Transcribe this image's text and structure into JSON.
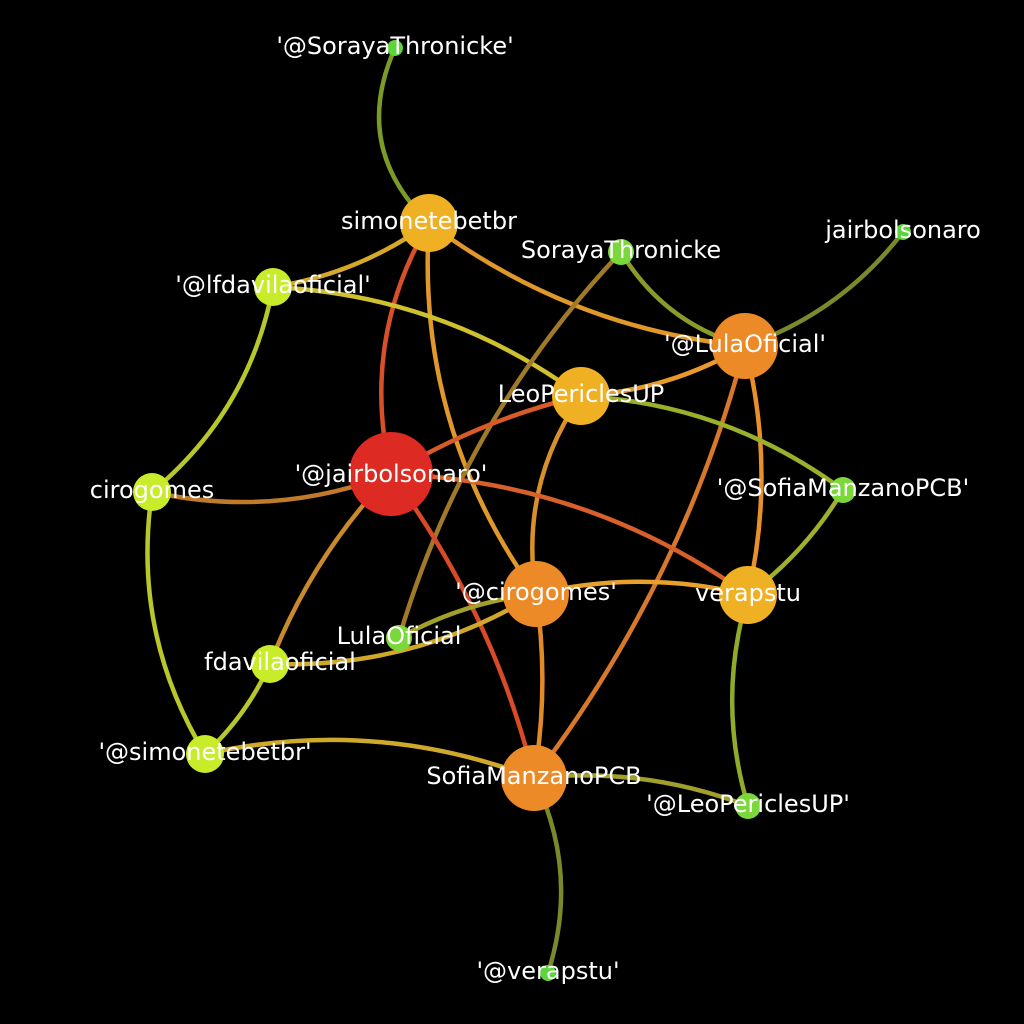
{
  "graph": {
    "nodes": [
      {
        "id": "jairbolsonaro_q",
        "label": "'@jairbolsonaro'",
        "color": "#dd2a22"
      },
      {
        "id": "simonetebetbr",
        "label": "simonetebetbr",
        "color": "#f0b024"
      },
      {
        "id": "lula_q",
        "label": "'@LulaOficial'",
        "color": "#ec8a27"
      },
      {
        "id": "leopericlesup",
        "label": "LeoPericlesUP",
        "color": "#f0b024"
      },
      {
        "id": "cirogomes_q",
        "label": "'@cirogomes'",
        "color": "#ec8a27"
      },
      {
        "id": "sofiamanzanopcb",
        "label": "SofiaManzanoPCB",
        "color": "#ec8a27"
      },
      {
        "id": "verapstu",
        "label": "verapstu",
        "color": "#f0b024"
      },
      {
        "id": "lfdavila_q",
        "label": "'@lfdavilaoficial'",
        "color": "#c8ec2a"
      },
      {
        "id": "cirogomes",
        "label": "cirogomes",
        "color": "#c8ec2a"
      },
      {
        "id": "fdavilaoficial",
        "label": "fdavilaoficial",
        "color": "#c8ec2a"
      },
      {
        "id": "simonetebetbr_q",
        "label": "'@simonetebetbr'",
        "color": "#c8ec2a"
      },
      {
        "id": "soraya_q",
        "label": "'@SorayaThronicke'",
        "color": "#5cd43c"
      },
      {
        "id": "sorayathronicke",
        "label": "SorayaThronicke",
        "color": "#7ad83a"
      },
      {
        "id": "jairbolsonaro",
        "label": "jairbolsonaro",
        "color": "#5cd43c"
      },
      {
        "id": "sofia_q",
        "label": "'@SofiaManzanoPCB'",
        "color": "#7ad83a"
      },
      {
        "id": "lulaoficial",
        "label": "LulaOficial",
        "color": "#7ad83a"
      },
      {
        "id": "leopericles_q",
        "label": "'@LeoPericlesUP'",
        "color": "#7ad83a"
      },
      {
        "id": "verapstu_q",
        "label": "'@verapstu'",
        "color": "#5cd43c"
      }
    ],
    "edges": [
      {
        "source": "soraya_q",
        "target": "simonetebetbr",
        "color": "#7a9a2a"
      },
      {
        "source": "simonetebetbr",
        "target": "lfdavila_q",
        "color": "#d6a82a"
      },
      {
        "source": "simonetebetbr",
        "target": "jairbolsonaro_q",
        "color": "#d8502a"
      },
      {
        "source": "simonetebetbr",
        "target": "cirogomes_q",
        "color": "#e0982a"
      },
      {
        "source": "simonetebetbr",
        "target": "lula_q",
        "color": "#e0982a"
      },
      {
        "source": "lfdavila_q",
        "target": "leopericlesup",
        "color": "#cfc02e"
      },
      {
        "source": "lfdavila_q",
        "target": "cirogomes",
        "color": "#b8c82a"
      },
      {
        "source": "sorayathronicke",
        "target": "lula_q",
        "color": "#8c9a2a"
      },
      {
        "source": "sorayathronicke",
        "target": "lulaoficial",
        "color": "#a07a28"
      },
      {
        "source": "jairbolsonaro",
        "target": "lula_q",
        "color": "#7a8a2a"
      },
      {
        "source": "lula_q",
        "target": "leopericlesup",
        "color": "#e89a2a"
      },
      {
        "source": "lula_q",
        "target": "verapstu",
        "color": "#e8902a"
      },
      {
        "source": "lula_q",
        "target": "sofiamanzanopcb",
        "color": "#d8782a"
      },
      {
        "source": "leopericlesup",
        "target": "jairbolsonaro_q",
        "color": "#d85a28"
      },
      {
        "source": "leopericlesup",
        "target": "cirogomes_q",
        "color": "#d8902a"
      },
      {
        "source": "leopericlesup",
        "target": "sofia_q",
        "color": "#9ab02a"
      },
      {
        "source": "jairbolsonaro_q",
        "target": "cirogomes",
        "color": "#c07a2a"
      },
      {
        "source": "jairbolsonaro_q",
        "target": "verapstu",
        "color": "#d8602a"
      },
      {
        "source": "jairbolsonaro_q",
        "target": "fdavilaoficial",
        "color": "#c88a2a"
      },
      {
        "source": "jairbolsonaro_q",
        "target": "sofiamanzanopcb",
        "color": "#d84a28"
      },
      {
        "source": "cirogomes",
        "target": "simonetebetbr_q",
        "color": "#b8c82a"
      },
      {
        "source": "fdavilaoficial",
        "target": "simonetebetbr_q",
        "color": "#b8c82a"
      },
      {
        "source": "fdavilaoficial",
        "target": "cirogomes_q",
        "color": "#cfa82a"
      },
      {
        "source": "cirogomes_q",
        "target": "lulaoficial",
        "color": "#a0a02a"
      },
      {
        "source": "cirogomes_q",
        "target": "verapstu",
        "color": "#e8a02a"
      },
      {
        "source": "cirogomes_q",
        "target": "sofiamanzanopcb",
        "color": "#e08a2a"
      },
      {
        "source": "sofia_q",
        "target": "verapstu",
        "color": "#a0b02a"
      },
      {
        "source": "verapstu",
        "target": "leopericles_q",
        "color": "#90aa2a"
      },
      {
        "source": "simonetebetbr_q",
        "target": "sofiamanzanopcb",
        "color": "#cfaa2a"
      },
      {
        "source": "sofiamanzanopcb",
        "target": "leopericles_q",
        "color": "#a0a02a"
      },
      {
        "source": "sofiamanzanopcb",
        "target": "verapstu_q",
        "color": "#7a8a2a"
      }
    ]
  }
}
